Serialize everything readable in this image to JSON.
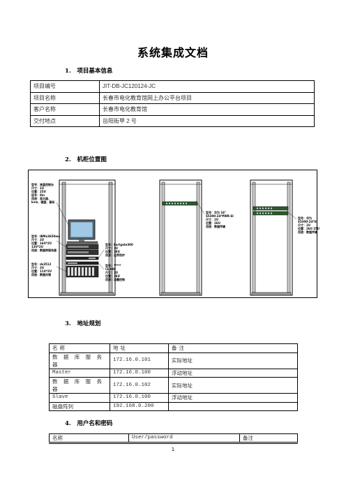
{
  "doc_title": "系统集成文档",
  "sections": {
    "s1": "1.　项目基本信息",
    "s2": "2.　机柜位置图",
    "s3": "3.　地址规划",
    "s4": "4.　用户名和密码"
  },
  "project_info": [
    {
      "label": "项目编号",
      "value": "JIT-DB-JC120124-JC"
    },
    {
      "label": "项目名称",
      "value": "长春市电化教育馆网上办公平台项目"
    },
    {
      "label": "客户名称",
      "value": "长春市电化教育馆"
    },
    {
      "label": "交付地点",
      "value": "岳阳街甲 2 号"
    }
  ],
  "address_table": {
    "headers": [
      "名称",
      "地址",
      "备注"
    ],
    "rows": [
      {
        "name": "数 据 库 服 务 器",
        "addr": "172.16.0.101",
        "note": "实际地址"
      },
      {
        "name": "Master",
        "addr": "172.16.0.100",
        "note": "浮动地址"
      },
      {
        "name": "数 据 库 服 务 器",
        "addr": "172.16.0.102",
        "note": "实际地址"
      },
      {
        "name": "Slave",
        "addr": "172.16.0.100",
        "note": "浮动地址"
      },
      {
        "name": "磁盘阵列",
        "addr": "192.168.0.200",
        "note": ""
      }
    ]
  },
  "user_table": {
    "headers": [
      "名称",
      "User/password",
      "备注"
    ]
  },
  "rack_notes": {
    "n1": "型号：液晶控制台\n尺寸：1U\n位置：25U\n挂号：8in\n用途：显示器、\nkvm、键盘、鼠标",
    "n2": "型号：IBMx3650m4\n尺寸：2U\n位置：16U*2U\n13U*2U\n用途：数据库服务器",
    "n3": "型号：ds3512\n尺寸：2U\n位置：11U*2U\n用途：数据存储",
    "n4": "型号：Fortgate300\n尺寸：1U\n位置：18U\n用途：边界防护",
    "n5": "型号：*****\nCL300\n尺寸：1U\n位置：16U\n用途：流量控制",
    "n6": "型号：华为 16\"\nS5300-24*PWR-SI\n尺寸：1U\n位置：26U\n用途：数据传输",
    "n7": "型号：华为\nS5300-24*SI\n尺寸：1U\n位置：26U 25U\n用途：数据传输"
  },
  "page_number": "1"
}
